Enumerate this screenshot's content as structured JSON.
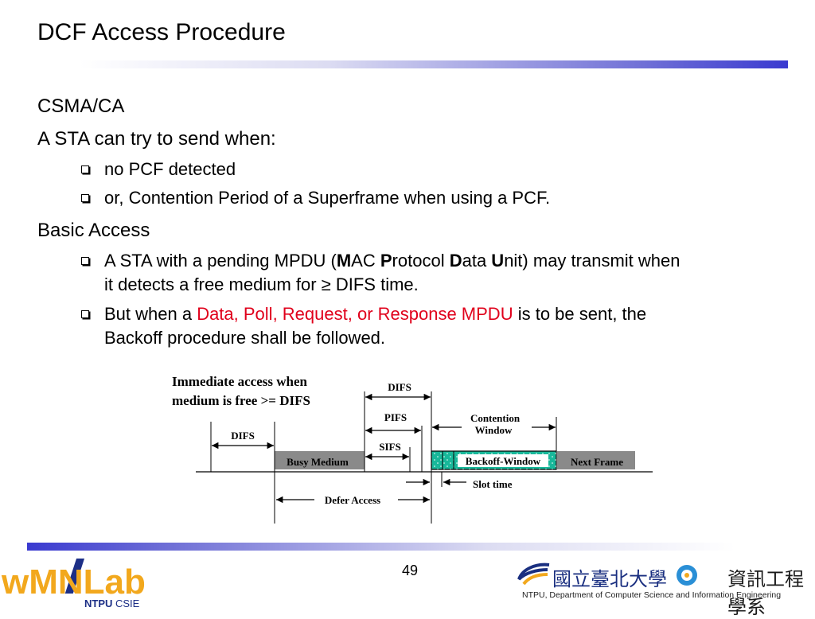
{
  "slide": {
    "title": "DCF Access Procedure",
    "page_number": "49"
  },
  "content": {
    "csma": "CSMA/CA",
    "sta_try": "A STA can try to send when:",
    "bullets_send": [
      "no PCF detected",
      "or, Contention Period of a Superframe when using a PCF."
    ],
    "basic_access": "Basic Access",
    "bullet_pending": {
      "pre": "A STA with a pending MPDU (",
      "m": "M",
      "ac": "AC ",
      "p": "P",
      "rotocol": "rotocol ",
      "d": "D",
      "ata": "ata ",
      "u": "U",
      "post": "nit) may transmit when",
      "line2": "it detects a free medium for ≥ DIFS time."
    },
    "bullet_backoff": {
      "pre": "But when a ",
      "highlight": "Data, Poll, Request, or Response MPDU",
      "post": " is to be sent, the",
      "line2": "Backoff procedure shall be followed."
    }
  },
  "diagram": {
    "heading_line1": "Immediate access when",
    "heading_line2": "medium is free >= DIFS",
    "labels": {
      "difs_top": "DIFS",
      "pifs": "PIFS",
      "sifs": "SIFS",
      "difs_left": "DIFS",
      "contention_window_1": "Contention",
      "contention_window_2": "Window",
      "busy_medium": "Busy Medium",
      "backoff_window": "Backoff-Window",
      "next_frame": "Next Frame",
      "slot_time": "Slot time",
      "defer_access": "Defer Access"
    },
    "colors": {
      "busy_fill": "#8a8a8a",
      "backoff_fill": "#18b89a",
      "next_fill": "#8a8a8a"
    }
  },
  "footer": {
    "logo_main": "wMNLab",
    "logo_sub_1": "NTPU",
    "logo_sub_2": "CSIE",
    "university_zh": "國立臺北大學",
    "department_zh": "資訊工程學系",
    "department_en": "NTPU, Department of Computer Science and Information Engineering"
  },
  "theme": {
    "accent_blue": "#3a3ad0",
    "highlight_red": "#e0001b"
  }
}
